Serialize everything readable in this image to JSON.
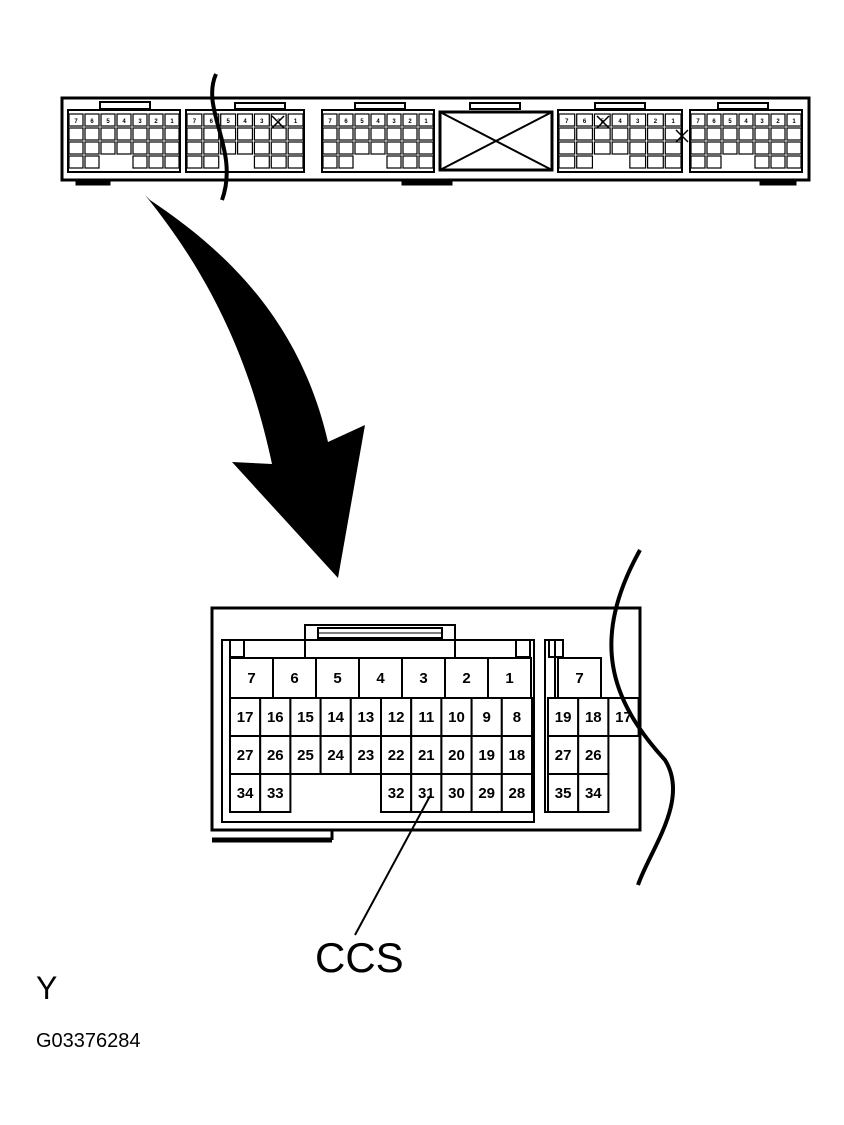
{
  "callout_label": "CCS",
  "view_letter": "Y",
  "figure_id": "G03376284",
  "main_connector": {
    "top_row": [
      "7",
      "6",
      "5",
      "4",
      "3",
      "2",
      "1"
    ],
    "row2": [
      "17",
      "16",
      "15",
      "14",
      "13",
      "12",
      "11",
      "10",
      "9",
      "8"
    ],
    "row3": [
      "27",
      "26",
      "25",
      "24",
      "23",
      "22",
      "21",
      "20",
      "19",
      "18"
    ],
    "row4_left": [
      "34",
      "33"
    ],
    "row4_right": [
      "32",
      "31",
      "30",
      "29",
      "28"
    ]
  },
  "next_connector": {
    "top_row": [
      "7"
    ],
    "row2": [
      "19",
      "18",
      "17"
    ],
    "row3": [
      "27",
      "26"
    ],
    "row4": [
      "35",
      "34"
    ]
  },
  "overview_labels": [
    "7",
    "6",
    "5",
    "4",
    "3",
    "2",
    "1"
  ]
}
